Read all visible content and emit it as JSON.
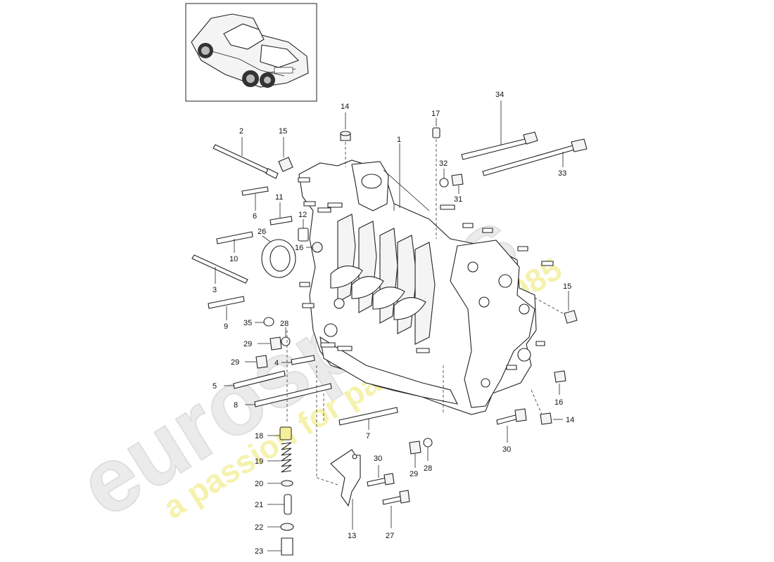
{
  "watermark": {
    "brand": "eurospares",
    "tagline": "a passion for parts since 1985",
    "brand_color": "#e6e6e6",
    "tagline_color": "#f3ef9a"
  },
  "thumbnail": {
    "subject": "car-coupe-rear-three-quarter"
  },
  "callouts": [
    "1",
    "2",
    "3",
    "4",
    "5",
    "6",
    "7",
    "8",
    "9",
    "10",
    "11",
    "12",
    "13",
    "14",
    "14",
    "15",
    "15",
    "16",
    "16",
    "17",
    "18",
    "19",
    "20",
    "21",
    "22",
    "23",
    "26",
    "27",
    "28",
    "28",
    "29",
    "29",
    "29",
    "30",
    "30",
    "31",
    "32",
    "33",
    "34",
    "35"
  ]
}
